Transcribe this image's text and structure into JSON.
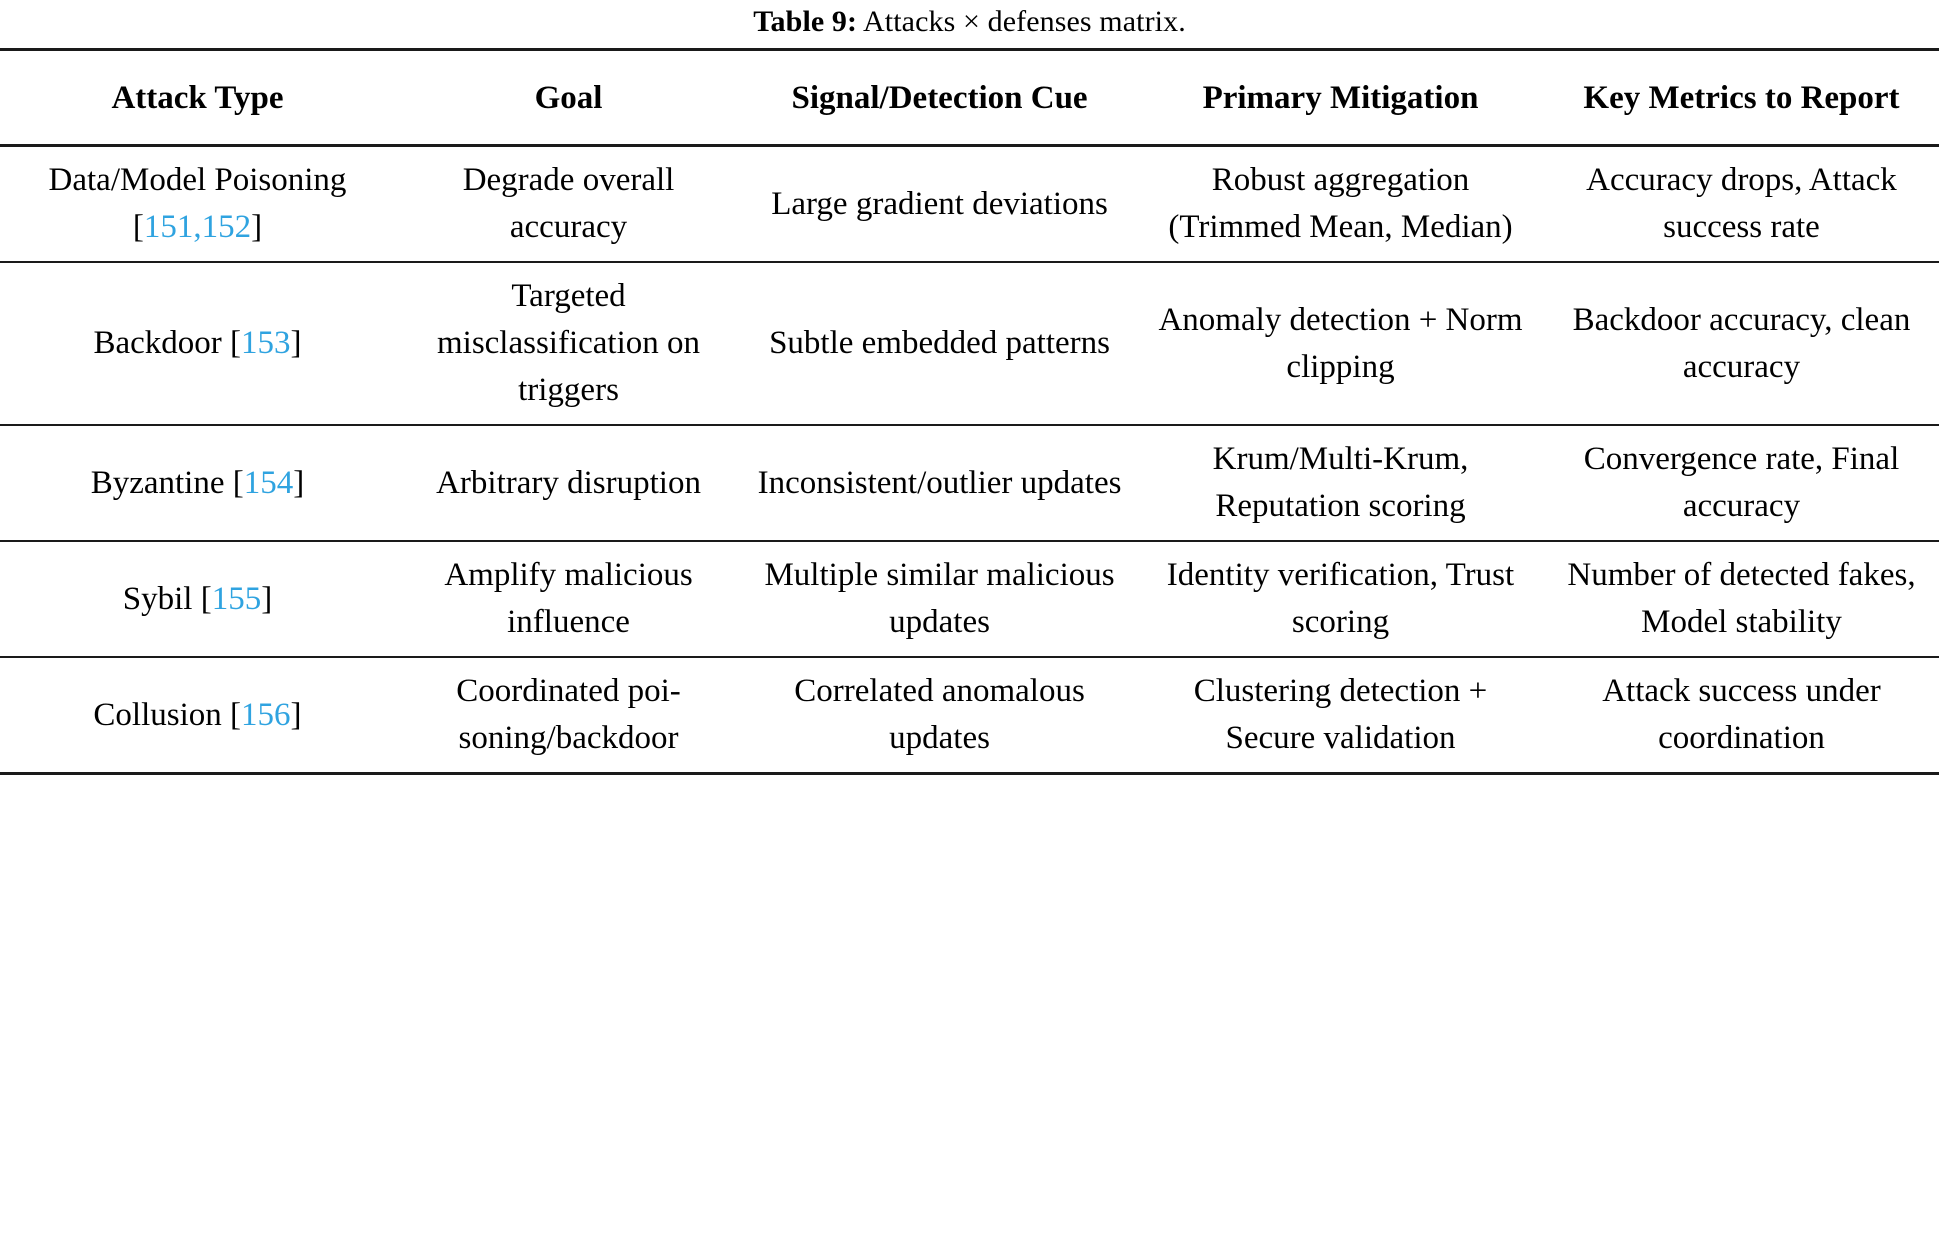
{
  "caption": {
    "label": "Table 9:",
    "text": " Attacks × defenses matrix."
  },
  "accent_color": "#2fa3e0",
  "table": {
    "headers": [
      "Attack Type",
      "Goal",
      "Signal/Detection Cue",
      "Primary Mitigation",
      "Key Metrics to Report"
    ],
    "rows": [
      {
        "attack_name": "Data/Model Poisoning",
        "citation_open": "[",
        "citation_numbers": "151,152",
        "citation_close": "]",
        "goal": "Degrade overall accuracy",
        "signal": "Large gradient deviations",
        "mitigation": "Robust aggregation (Trimmed Mean, Median)",
        "metrics": "Accuracy drops, Attack success rate"
      },
      {
        "attack_name": "Backdoor",
        "citation_open": "[",
        "citation_numbers": "153",
        "citation_close": "]",
        "goal": "Targeted misclassification on triggers",
        "signal": "Subtle embedded patterns",
        "mitigation": "Anomaly detection + Norm clipping",
        "metrics": "Backdoor accuracy, clean accuracy"
      },
      {
        "attack_name": "Byzantine",
        "citation_open": "[",
        "citation_numbers": "154",
        "citation_close": "]",
        "goal": "Arbitrary disruption",
        "signal": "Inconsistent/outlier updates",
        "mitigation": "Krum/Multi-Krum, Reputation scoring",
        "metrics": "Convergence rate, Final accuracy"
      },
      {
        "attack_name": "Sybil",
        "citation_open": "[",
        "citation_numbers": "155",
        "citation_close": "]",
        "goal": "Amplify malicious influence",
        "signal": "Multiple similar malicious updates",
        "mitigation": "Identity verification, Trust scoring",
        "metrics": "Number of detected fakes, Model stability"
      },
      {
        "attack_name": "Collusion",
        "citation_open": "[",
        "citation_numbers": "156",
        "citation_close": "]",
        "goal": "Coordinated poi-soning/backdoor",
        "signal": "Correlated anomalous updates",
        "mitigation": "Clustering detection + Secure validation",
        "metrics": "Attack success under coordination"
      }
    ]
  }
}
